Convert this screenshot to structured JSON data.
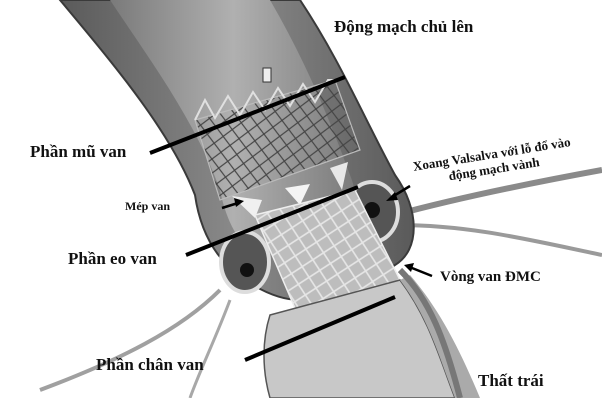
{
  "labels": {
    "ascending_aorta": "Động mạch chủ lên",
    "valve_top": "Phần mũ van",
    "commissure": "Mép van",
    "valve_waist": "Phần eo van",
    "valve_base": "Phần chân van",
    "sinus_line1": "Xoang Valsalva với lỗ đổ vào",
    "sinus_line2": "động mạch vành",
    "annulus": "Vòng van ĐMC",
    "left_ventricle": "Thất trái"
  },
  "colors": {
    "vessel_wall": "#6e6e6e",
    "lumen": "#9a9a9a",
    "stent": "#d8d8d8",
    "leader_line": "#000000"
  }
}
